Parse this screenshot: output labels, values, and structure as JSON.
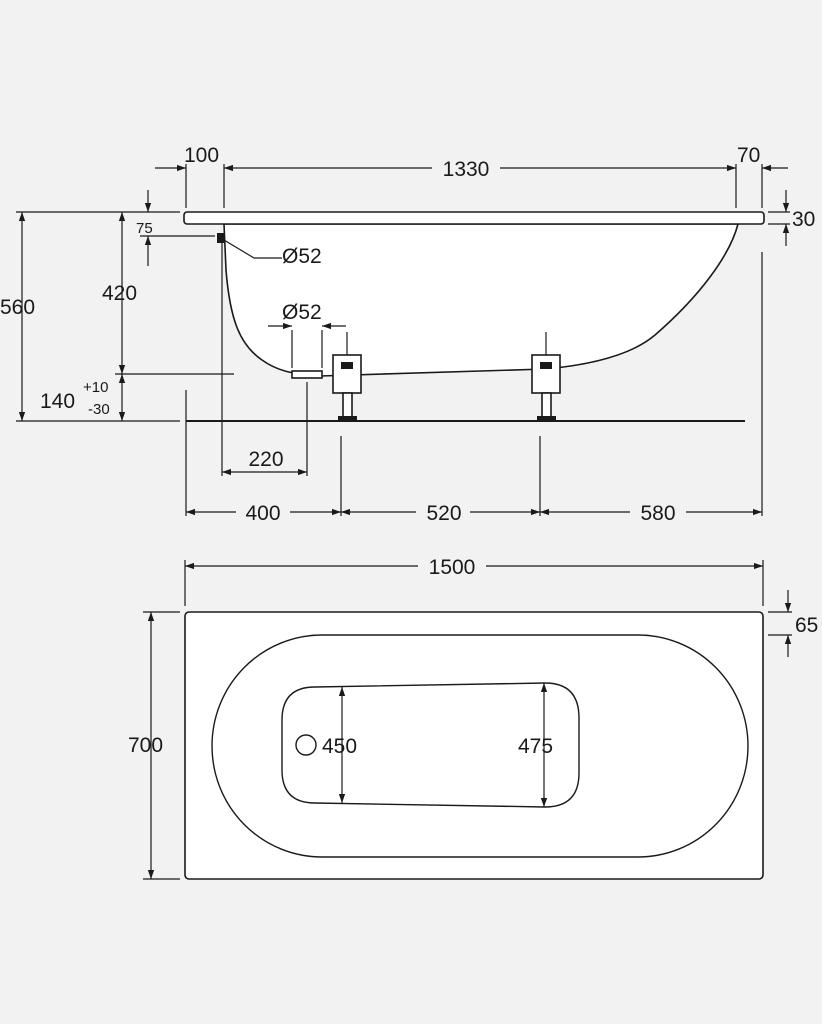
{
  "side_view": {
    "top_left": "100",
    "top_middle": "1330",
    "top_right": "70",
    "rim_thickness": "30",
    "overflow_offset": "75",
    "overflow_diameter": "Ø52",
    "drain_diameter": "Ø52",
    "depth": "420",
    "total_height": "560",
    "foot_height_base": "140",
    "foot_tol_plus": "+10",
    "foot_tol_minus": "-30",
    "drain_offset": "220",
    "foot_1": "400",
    "foot_2": "520",
    "foot_3": "580"
  },
  "top_view": {
    "length": "1500",
    "width": "700",
    "rim_offset": "65",
    "bottom_width_narrow": "450",
    "bottom_width_wide": "475"
  },
  "colors": {
    "line": "#1a1a1a",
    "background": "#f2f2f2",
    "fill": "#ffffff"
  }
}
